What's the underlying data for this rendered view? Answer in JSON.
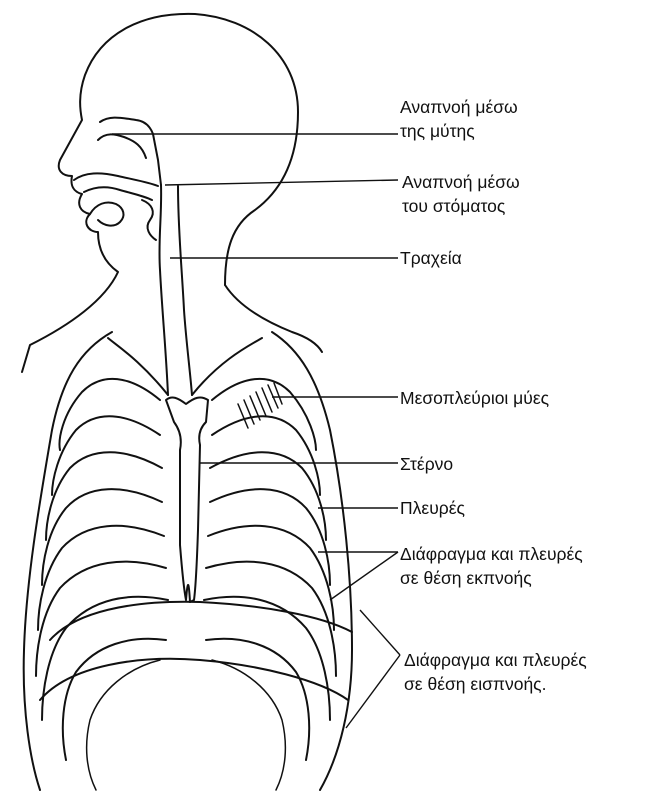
{
  "labels": {
    "nose_breathing": [
      "Αναπνοή μέσω",
      "της μύτης"
    ],
    "mouth_breathing": [
      "Αναπνοή μέσω",
      "του στόματος"
    ],
    "trachea": "Τραχεία",
    "intercostal": "Μεσοπλεύριοι μύες",
    "sternum": "Στέρνο",
    "ribs": "Πλευρές",
    "exhale": [
      "Διάφραγμα και πλευρές",
      "σε θέση εκπνοής"
    ],
    "inhale": [
      "Διάφραγμα και πλευρές",
      "σε θέση εισπνοής."
    ]
  }
}
